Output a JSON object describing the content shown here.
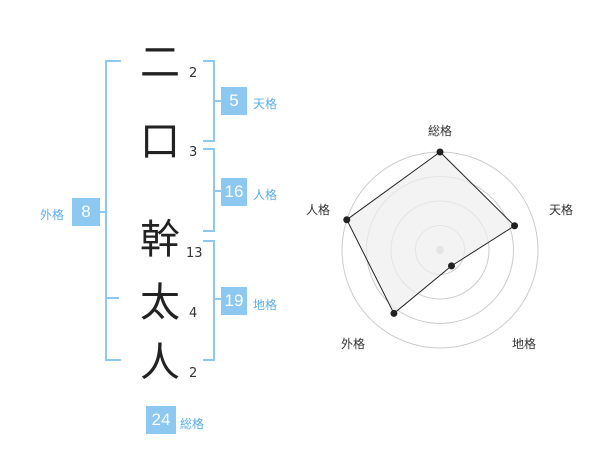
{
  "name_chars": [
    {
      "char": "二",
      "strokes": "2"
    },
    {
      "char": "口",
      "strokes": "3"
    },
    {
      "char": "幹",
      "strokes": "13"
    },
    {
      "char": "太",
      "strokes": "4"
    },
    {
      "char": "人",
      "strokes": "2"
    }
  ],
  "fortune": {
    "tenkaku": {
      "value": "5",
      "label": "天格"
    },
    "jinkaku": {
      "value": "16",
      "label": "人格"
    },
    "chikaku": {
      "value": "19",
      "label": "地格"
    },
    "gaikaku": {
      "value": "8",
      "label": "外格"
    },
    "soukaku": {
      "value": "24",
      "label": "総格"
    }
  },
  "radar": {
    "axes": [
      "総格",
      "天格",
      "地格",
      "外格",
      "人格"
    ],
    "levels": 4,
    "values": [
      5,
      4,
      1,
      4,
      5
    ],
    "max": 5,
    "fill_color": "#eeeeee",
    "line_color": "#222222",
    "ring_color": "#cccccc"
  },
  "colors": {
    "accent": "#8cc8f0",
    "caption": "#5aaee6"
  }
}
